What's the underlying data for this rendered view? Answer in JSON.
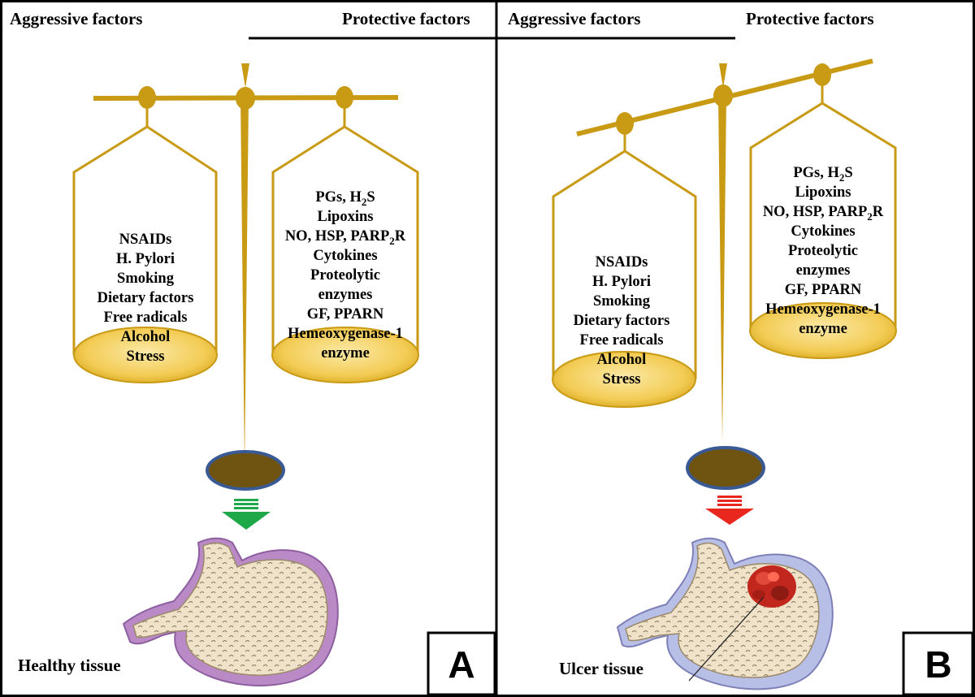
{
  "panels": [
    {
      "id": "A",
      "letter": "A",
      "aggressive_header": "Aggressive factors",
      "protective_header": "Protective factors",
      "aggressive_items": [
        "NSAIDs",
        "H. Pylori",
        "Smoking",
        "Dietary factors",
        "Free radicals",
        "Alcohol",
        "Stress"
      ],
      "protective_items": {
        "pgs_prefix": "PGs, H",
        "pgs_sub": "2",
        "pgs_suffix": "S",
        "lipoxins": "Lipoxins",
        "no_prefix": "NO, HSP, PARP",
        "no_sub": "2",
        "no_suffix": "R",
        "cytokines": "Cytokines",
        "proteolytic": "Proteolytic",
        "enzymes": "enzymes",
        "gf": "GF, PPARN",
        "hemeoxygenase": "Hemeoxygenase-1",
        "enzyme": "enzyme"
      },
      "tissue_label": "Healthy tissue",
      "arrow_color": "#1ea84a"
    },
    {
      "id": "B",
      "letter": "B",
      "aggressive_header": "Aggressive factors",
      "protective_header": "Protective factors",
      "aggressive_items": [
        "NSAIDs",
        "H. Pylori",
        "Smoking",
        "Dietary factors",
        "Free radicals",
        "Alcohol",
        "Stress"
      ],
      "protective_items": {
        "pgs_prefix": "PGs, H",
        "pgs_sub": "2",
        "pgs_suffix": "S",
        "lipoxins": "Lipoxins",
        "no_prefix": "NO, HSP, PARP",
        "no_sub": "2",
        "no_suffix": "R",
        "cytokines": "Cytokines",
        "proteolytic": "Proteolytic",
        "enzymes": "enzymes",
        "gf": "GF, PPARN",
        "hemeoxygenase": "Hemeoxygenase-1",
        "enzyme": "enzyme"
      },
      "tissue_label": "Ulcer tissue",
      "arrow_color": "#e8281e"
    }
  ],
  "colors": {
    "scale_gold": "#c99a14",
    "pan_yellow": "#f3cc55",
    "base_brown": "#6e5410",
    "base_ring": "#3a5a96",
    "stomach_wall": "#b98ac6",
    "ulcer_red": "#c2271d"
  }
}
